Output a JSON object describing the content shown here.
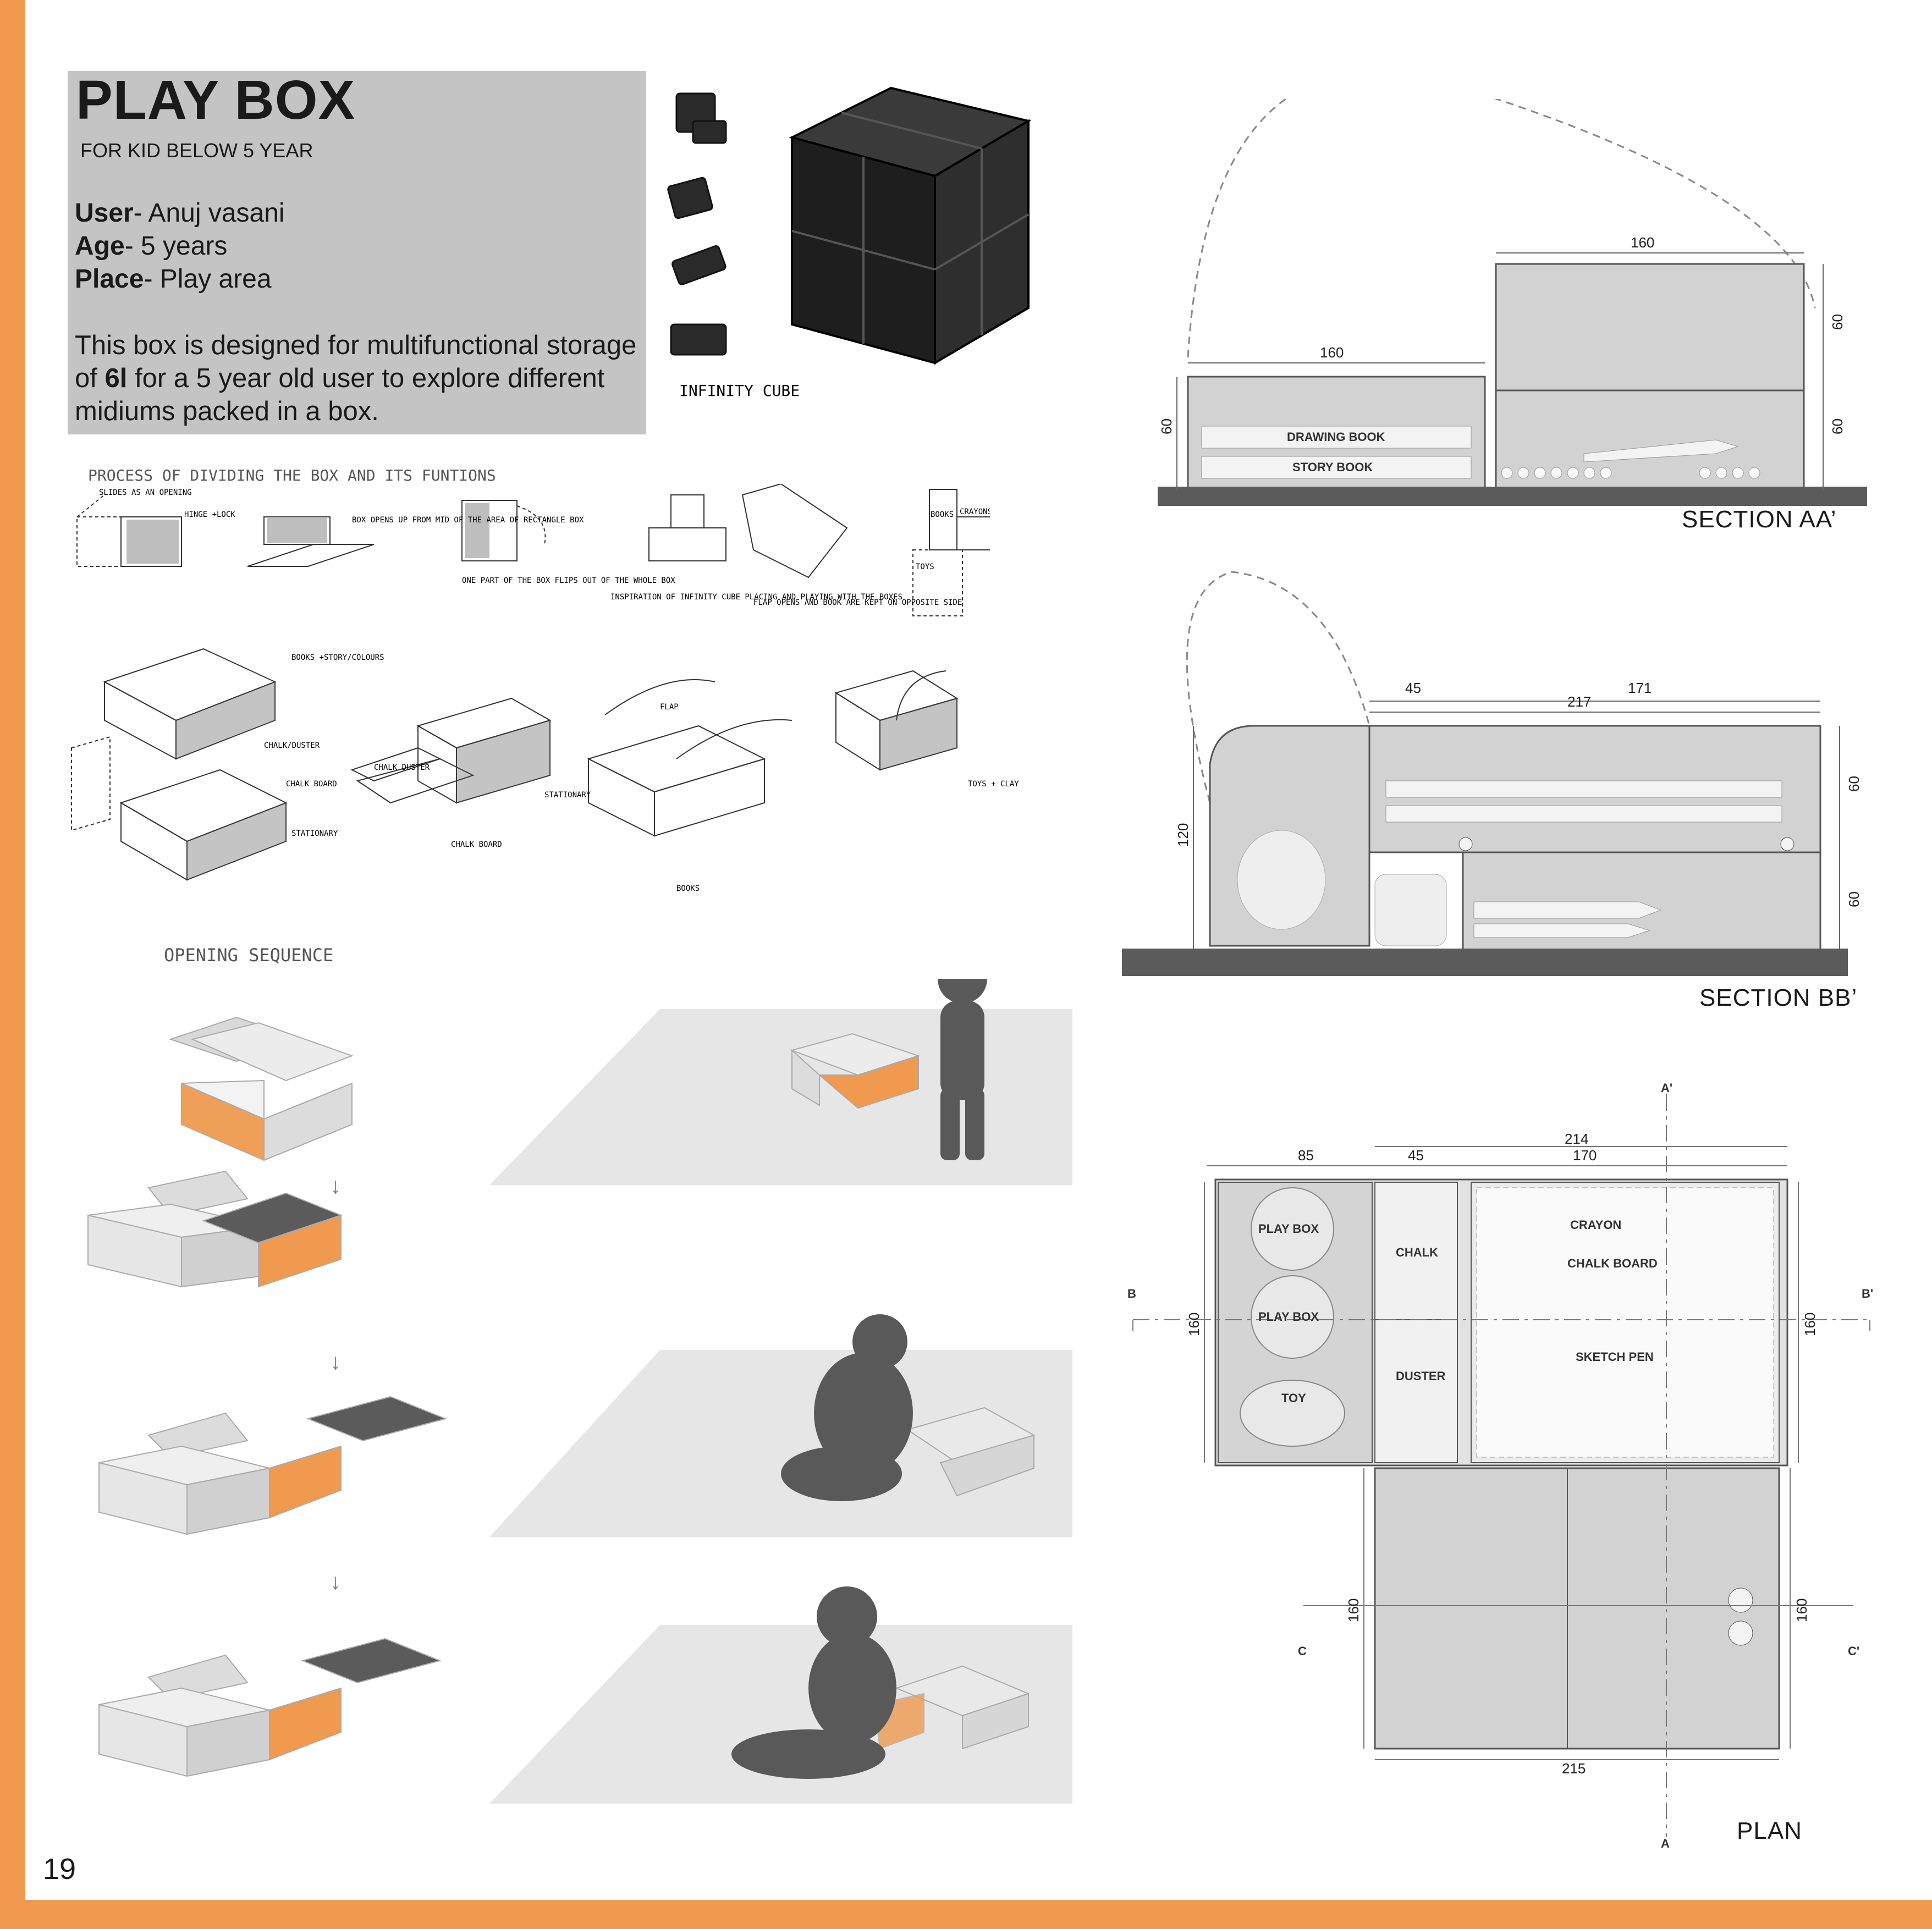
{
  "page": {
    "number": "19",
    "accent_color": "#ef9a4f"
  },
  "header": {
    "title": "PLAY BOX",
    "subtitle": "FOR KID BELOW 5 YEAR",
    "user_label": "User",
    "user_value": "- Anuj vasani",
    "age_label": "Age",
    "age_value": "- 5 years",
    "place_label": "Place",
    "place_value": "- Play area",
    "desc_before": "This box is designed for multifunctional storage of ",
    "desc_bold": "6l",
    "desc_after": " for a 5 year old user to explore different midiums packed in a box."
  },
  "infinity_cube": {
    "caption": "INFINITY CUBE"
  },
  "process": {
    "title": "PROCESS OF DIVIDING THE BOX AND ITS FUNTIONS",
    "notes": [
      "SLIDES AS AN OPENING",
      "HINGE +LOCK",
      "BOX OPENS UP FROM MID OF THE AREA OF RECTANGLE BOX",
      "ONE PART OF THE BOX FLIPS OUT OF THE WHOLE BOX",
      "INSPIRATION OF INFINITY CUBE PLACING AND PLAYING WITH THE BOXES",
      "FLAP OPENS AND BOOK ARE KEPT ON OPPOSITE SIDE",
      "BOOKS",
      "CRAYONS",
      "TOYS"
    ]
  },
  "sketch_notes": [
    "BOOKS +STORY/COLOURS",
    "CHALK/DUSTER",
    "CHALK BOARD",
    "STATIONARY",
    "CHALK DUSTER",
    "STATIONARY",
    "CHALK BOARD",
    "BOOKS",
    "FLAP",
    "TOYS + CLAY"
  ],
  "opening_sequence": {
    "title": "OPENING SEQUENCE"
  },
  "section_aa": {
    "label": "SECTION  AA’",
    "dims": {
      "top_width": "160",
      "left_width": "160",
      "left_height": "60",
      "right_height_top": "60",
      "right_height_bottom": "60"
    },
    "items": [
      "DRAWING BOOK",
      "STORY BOOK"
    ]
  },
  "section_bb": {
    "label": "SECTION BB’",
    "dims": {
      "a": "45",
      "b": "217",
      "c": "171",
      "height_total": "120",
      "h_top": "60",
      "h_bottom": "60"
    }
  },
  "plan": {
    "label": "PLAN",
    "dims": {
      "w1": "85",
      "w2": "45",
      "total": "214",
      "w3": "170",
      "h_left": "160",
      "h_right": "160",
      "h_lower_left": "160",
      "h_lower_right": "160",
      "bottom": "215"
    },
    "items": [
      "PLAY BOX",
      "PLAY BOX",
      "TOY",
      "CHALK",
      "DUSTER",
      "CRAYON",
      "CHALK BOARD",
      "SKETCH PEN"
    ],
    "markers": [
      "A'",
      "A",
      "B",
      "B'",
      "C",
      "C'"
    ]
  }
}
